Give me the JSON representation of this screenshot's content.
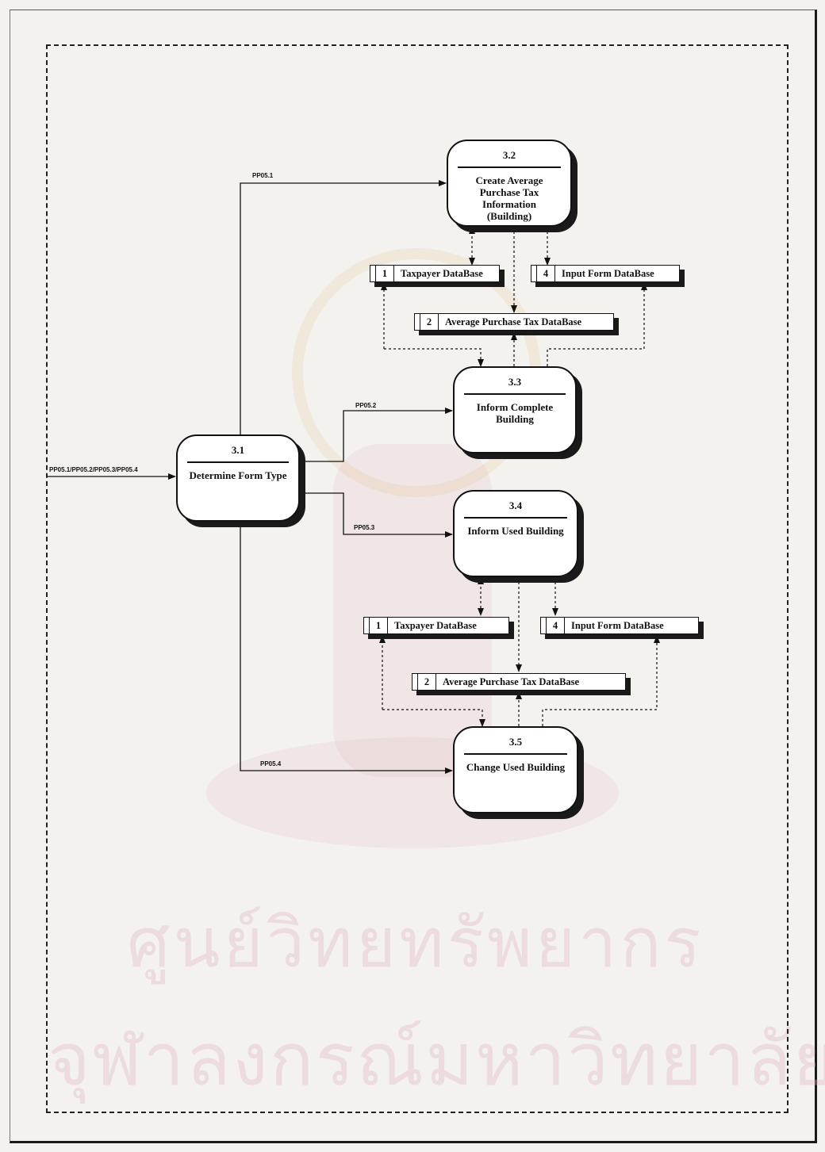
{
  "watermark": {
    "line1": "ศูนย์วิทยทรัพยากร",
    "line2": "จุฬาลงกรณ์มหาวิทยาลัย"
  },
  "processes": {
    "p31": {
      "number": "3.1",
      "title": "Determine Form Type"
    },
    "p32": {
      "number": "3.2",
      "title": "Create Average Purchase Tax Information (Building)"
    },
    "p33": {
      "number": "3.3",
      "title": "Inform Complete Building"
    },
    "p34": {
      "number": "3.4",
      "title": "Inform Used Building"
    },
    "p35": {
      "number": "3.5",
      "title": "Change Used Building"
    }
  },
  "stores": {
    "taxpayer": {
      "number": "1",
      "name": "Taxpayer DataBase"
    },
    "avg_tax": {
      "number": "2",
      "name": "Average Purchase Tax DataBase"
    },
    "input_form": {
      "number": "4",
      "name": "Input Form DataBase"
    }
  },
  "flows": {
    "input": "PP05.1/PP05.2/PP05.3/PP05.4",
    "f1": "PP05.1",
    "f2": "PP05.2",
    "f3": "PP05.3",
    "f4": "PP05.4"
  },
  "colors": {
    "line": "#111111",
    "paper": "#f3f2ef",
    "watermark": "#e1b4be"
  }
}
